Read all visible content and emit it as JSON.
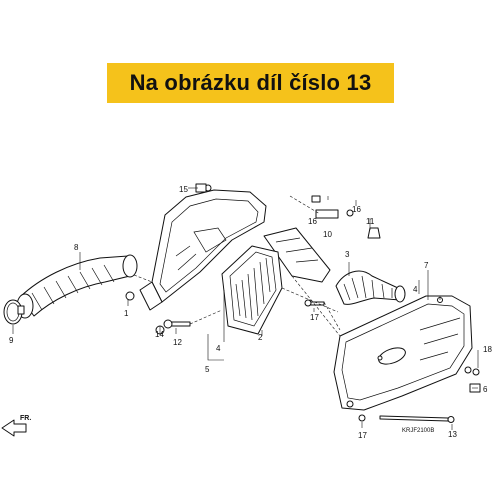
{
  "banner": {
    "text": "Na obrázku díl číslo 13"
  },
  "diagram": {
    "code": "KRJF2100B",
    "direction": "FR.",
    "callouts": [
      "1",
      "2",
      "3",
      "4",
      "4",
      "5",
      "6",
      "7",
      "8",
      "9",
      "10",
      "11",
      "12",
      "13",
      "14",
      "15",
      "16",
      "16",
      "17",
      "17",
      "18"
    ]
  }
}
